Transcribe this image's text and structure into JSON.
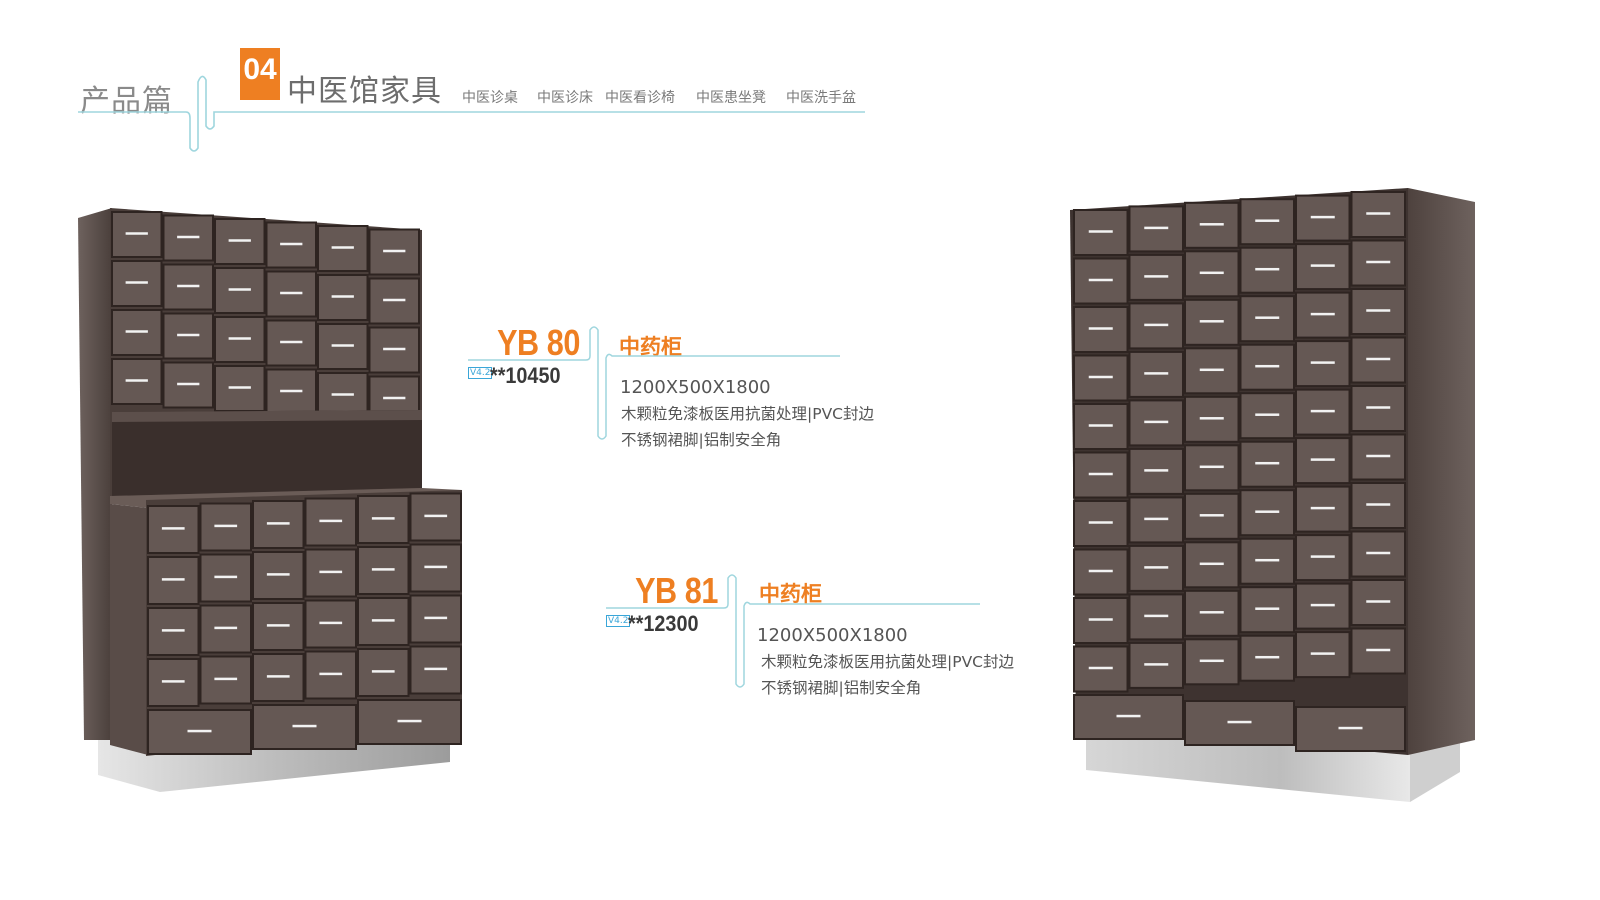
{
  "header": {
    "section_word": "产品篇",
    "badge_number": "04",
    "section_title": "中医馆家具",
    "nav": [
      "中医诊桌",
      "中医诊床",
      "中医看诊椅",
      "中医患坐凳",
      "中医洗手盆"
    ]
  },
  "products": [
    {
      "code": "YB 80",
      "version_tag": "V4.2",
      "price": "**10450",
      "category": "中药柜",
      "dimensions": "1200X500X1800",
      "spec_line1": "木颗粒免漆板医用抗菌处理|PVC封边",
      "spec_line2": "不锈钢裙脚|铝制安全角"
    },
    {
      "code": "YB 81",
      "version_tag": "V4.2",
      "price": "**12300",
      "category": "中药柜",
      "dimensions": "1200X500X1800",
      "spec_line1": "木颗粒免漆板医用抗菌处理|PVC封边",
      "spec_line2": "不锈钢裙脚|铝制安全角"
    }
  ],
  "colors": {
    "accent": "#ee7f22",
    "line": "#9fd6de",
    "wood": "#5b4d49",
    "wood_dark": "#3b302d",
    "steel": "#c9c9c9"
  }
}
